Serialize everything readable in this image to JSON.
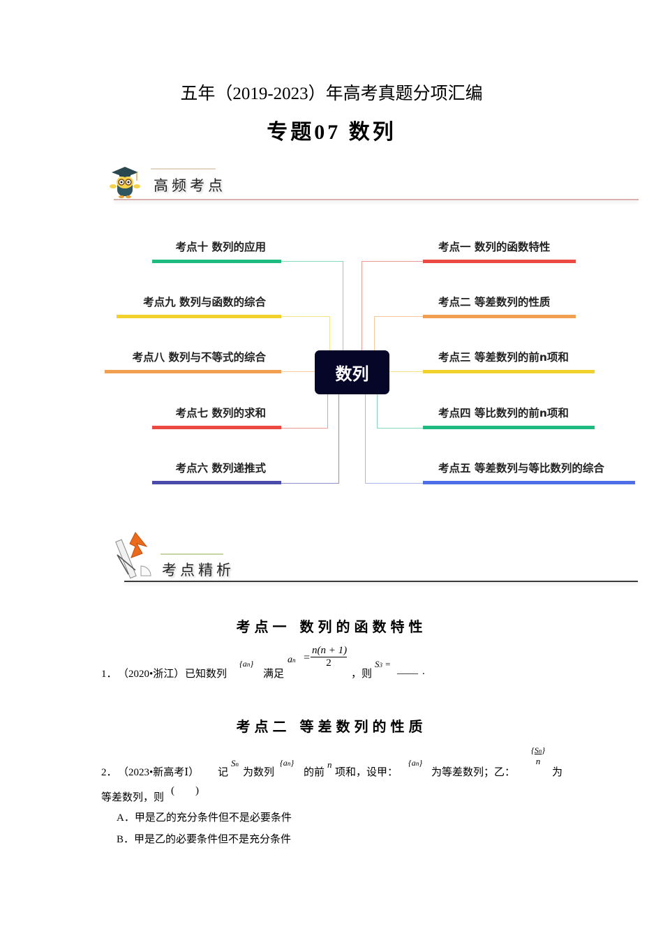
{
  "header": {
    "title": "五年（2019-2023）年高考真题分项汇编",
    "subtitle": "专题07  数列"
  },
  "banner_high_freq": {
    "icon": "owl-graduate-icon",
    "label": "高频考点"
  },
  "mindmap": {
    "center": "数列",
    "left_branches": [
      {
        "label": "考点十 数列的应用",
        "color": "#1dbb7f"
      },
      {
        "label": "考点九 数列与函数的综合",
        "color": "#f2d12d"
      },
      {
        "label": "考点八 数列与不等式的综合",
        "color": "#f0a050"
      },
      {
        "label": "考点七 数列的求和",
        "color": "#ea4a42"
      },
      {
        "label": "考点六 数列递推式",
        "color": "#4a4aa8"
      }
    ],
    "right_branches": [
      {
        "label": "考点一 数列的函数特性",
        "color": "#ea4a42"
      },
      {
        "label": "考点二 等差数列的性质",
        "color": "#f0a050"
      },
      {
        "label": "考点三 等差数列的前n项和",
        "color": "#f2d12d"
      },
      {
        "label": "考点四 等比数列的前n项和",
        "color": "#1dbb7f"
      },
      {
        "label": "考点五 等差数列与等比数列的综合",
        "color": "#4f6fe8"
      }
    ]
  },
  "banner_analysis": {
    "icon": "geometry-tools-icon",
    "label": "考点精析"
  },
  "sections": [
    {
      "heading": "考点一 数列的函数特性",
      "question": {
        "number": "1．",
        "source": "（2020•浙江）",
        "text_1": "已知数列",
        "seq": "{a",
        "seq_sub": "n",
        "seq_close": "}",
        "text_2": "满足",
        "lhs": "a",
        "lhs_sub": "n",
        "eq": "=",
        "frac_num": "n(n + 1)",
        "frac_den": "2",
        "text_3": "，则",
        "s": "S",
        "s_sub": "3",
        "s_eq": "=",
        "blank": "____",
        "end": "."
      }
    },
    {
      "heading": "考点二 等差数列的性质",
      "question": {
        "number": "2．",
        "source": "（2023•新高考Ⅰ）",
        "text_1": "记",
        "sn": "S",
        "sn_sub": "n",
        "text_2": "为数列",
        "seq": "{a",
        "seq_sub": "n",
        "seq_close": "}",
        "text_3": "的前",
        "n": "n",
        "text_4": "项和，设甲：",
        "text_5": "为等差数列；乙：",
        "frac_num_s": "S",
        "frac_num_sub": "n",
        "frac_den": "n",
        "text_6": "为",
        "line2": "等差数列，则",
        "paren": "(        )",
        "options": [
          {
            "letter": "A．",
            "text": "甲是乙的充分条件但不是必要条件"
          },
          {
            "letter": "B．",
            "text": "甲是乙的必要条件但不是充分条件"
          }
        ]
      }
    }
  ]
}
